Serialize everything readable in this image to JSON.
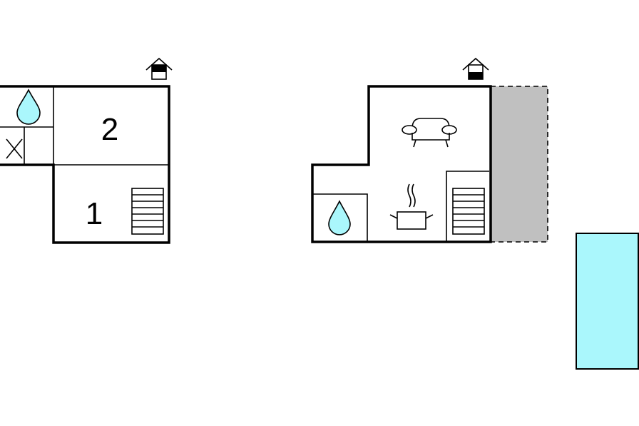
{
  "floorplan": {
    "upper_floor": {
      "rooms": [
        {
          "number": "2"
        },
        {
          "number": "1"
        }
      ],
      "icons": [
        "house-entrance-icon",
        "water-drop-icon",
        "toilet-icon",
        "stairs-icon"
      ]
    },
    "ground_floor": {
      "icons": [
        "house-entrance-icon",
        "sofa-icon",
        "cooking-pot-icon",
        "water-drop-icon",
        "stairs-icon",
        "terrace-area"
      ]
    },
    "pool": {
      "icon": "swimming-pool"
    },
    "colors": {
      "wall": "#000000",
      "water": "#aaf7fc",
      "terrace": "#c0c0c0",
      "background": "#ffffff"
    }
  }
}
